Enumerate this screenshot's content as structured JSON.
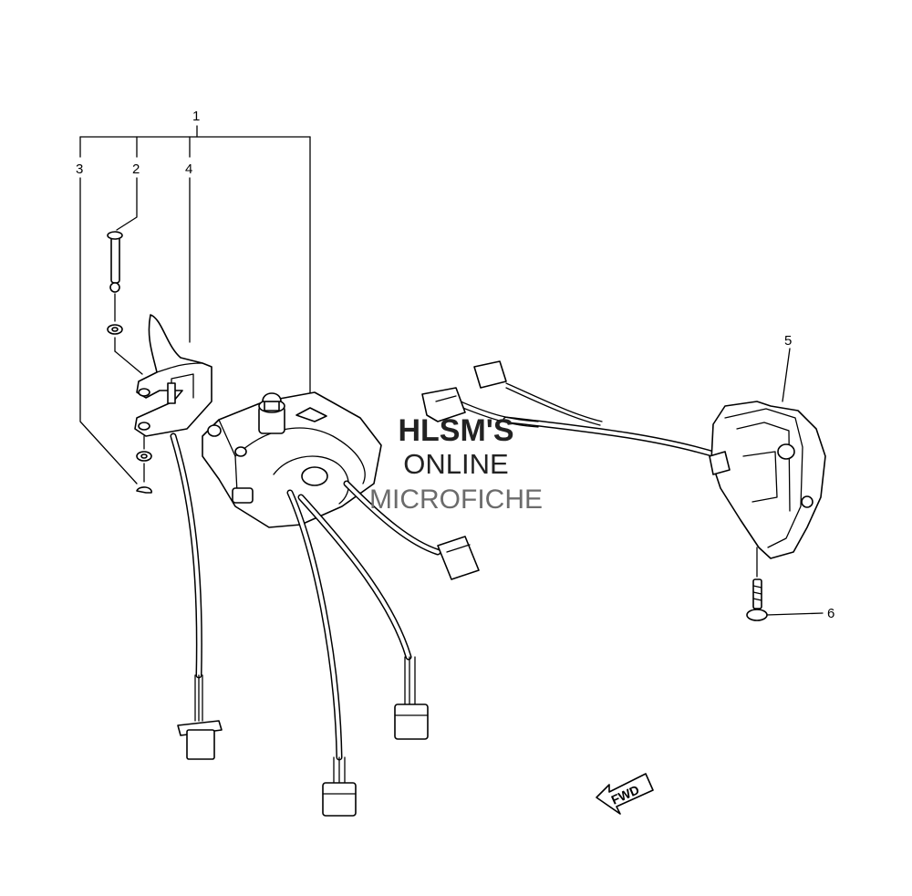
{
  "diagram": {
    "callouts": [
      {
        "id": "1",
        "label": "1"
      },
      {
        "id": "2",
        "label": "2"
      },
      {
        "id": "3",
        "label": "3"
      },
      {
        "id": "4",
        "label": "4"
      },
      {
        "id": "5",
        "label": "5"
      },
      {
        "id": "6",
        "label": "6"
      }
    ],
    "watermark": {
      "line1": "HLSM'S",
      "line2": "ONLINE",
      "line3": "MICROFICHE"
    },
    "direction_arrow": {
      "label": "FWD"
    }
  }
}
